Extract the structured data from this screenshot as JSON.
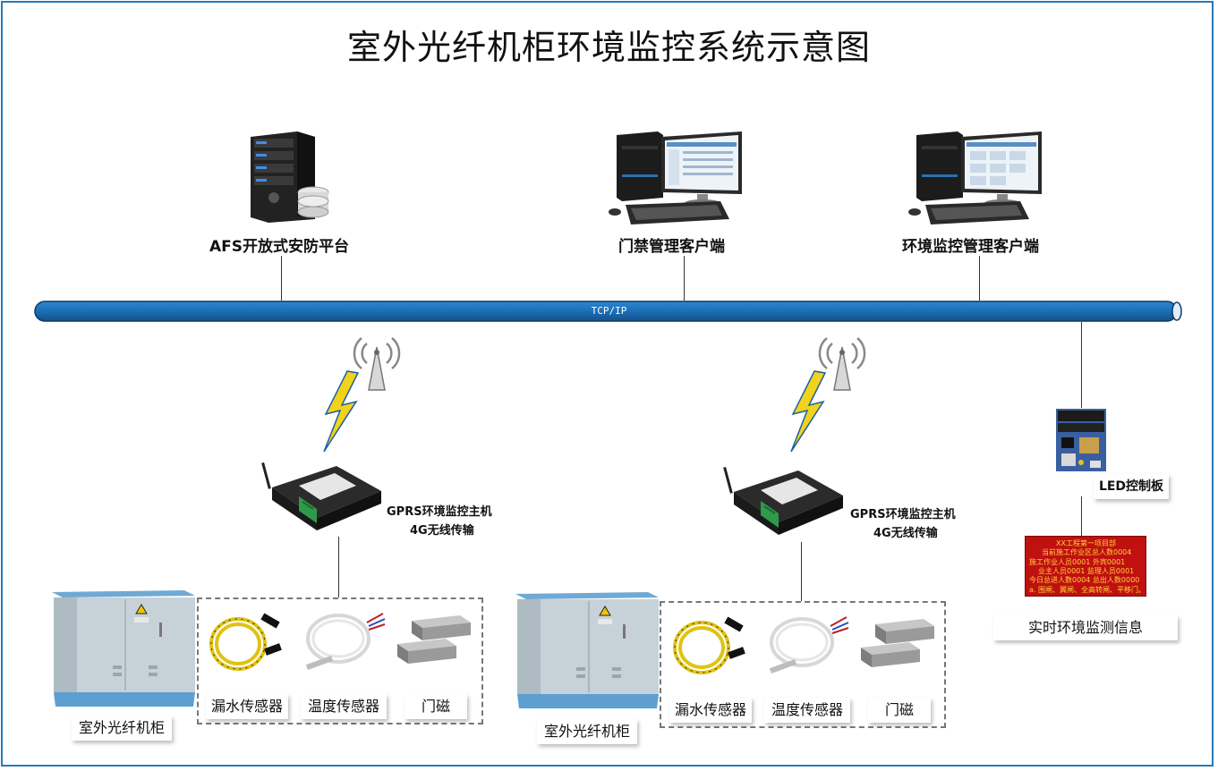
{
  "title": "室外光纤机柜环境监控系统示意图",
  "network": {
    "bus_label": "TCP/IP"
  },
  "top_nodes": {
    "afs": {
      "label": "AFS开放式安防平台",
      "icon": "server-icon"
    },
    "access": {
      "label": "门禁管理客户端",
      "icon": "desktop-computer-icon"
    },
    "env": {
      "label": "环境监控管理客户端",
      "icon": "desktop-computer-icon"
    }
  },
  "groups": [
    {
      "host_line1": "GPRS环境监控主机",
      "host_line2": "4G无线传输",
      "cabinet_label": "室外光纤机柜",
      "sensors": [
        "漏水传感器",
        "温度传感器",
        "门磁"
      ]
    },
    {
      "host_line1": "GPRS环境监控主机",
      "host_line2": "4G无线传输",
      "cabinet_label": "室外光纤机柜",
      "sensors": [
        "漏水传感器",
        "温度传感器",
        "门磁"
      ]
    }
  ],
  "led": {
    "board_label": "LED控制板",
    "info_label": "实时环境监测信息",
    "screen_lines": [
      "XX工程第一项目部",
      "当前施工作业区总人数0004",
      "施工作业人员0001      外宾0001",
      "业主人员0001    监理人员0001",
      "今日总进人数0004    总出人数0000",
      "a. 围闸、翼闸、全高转闸、平移门。"
    ]
  },
  "colors": {
    "frame": "#2a7ab5",
    "bus": "#1c6fb6",
    "bolt": "#f2d31b",
    "led_bg": "#c01010"
  }
}
